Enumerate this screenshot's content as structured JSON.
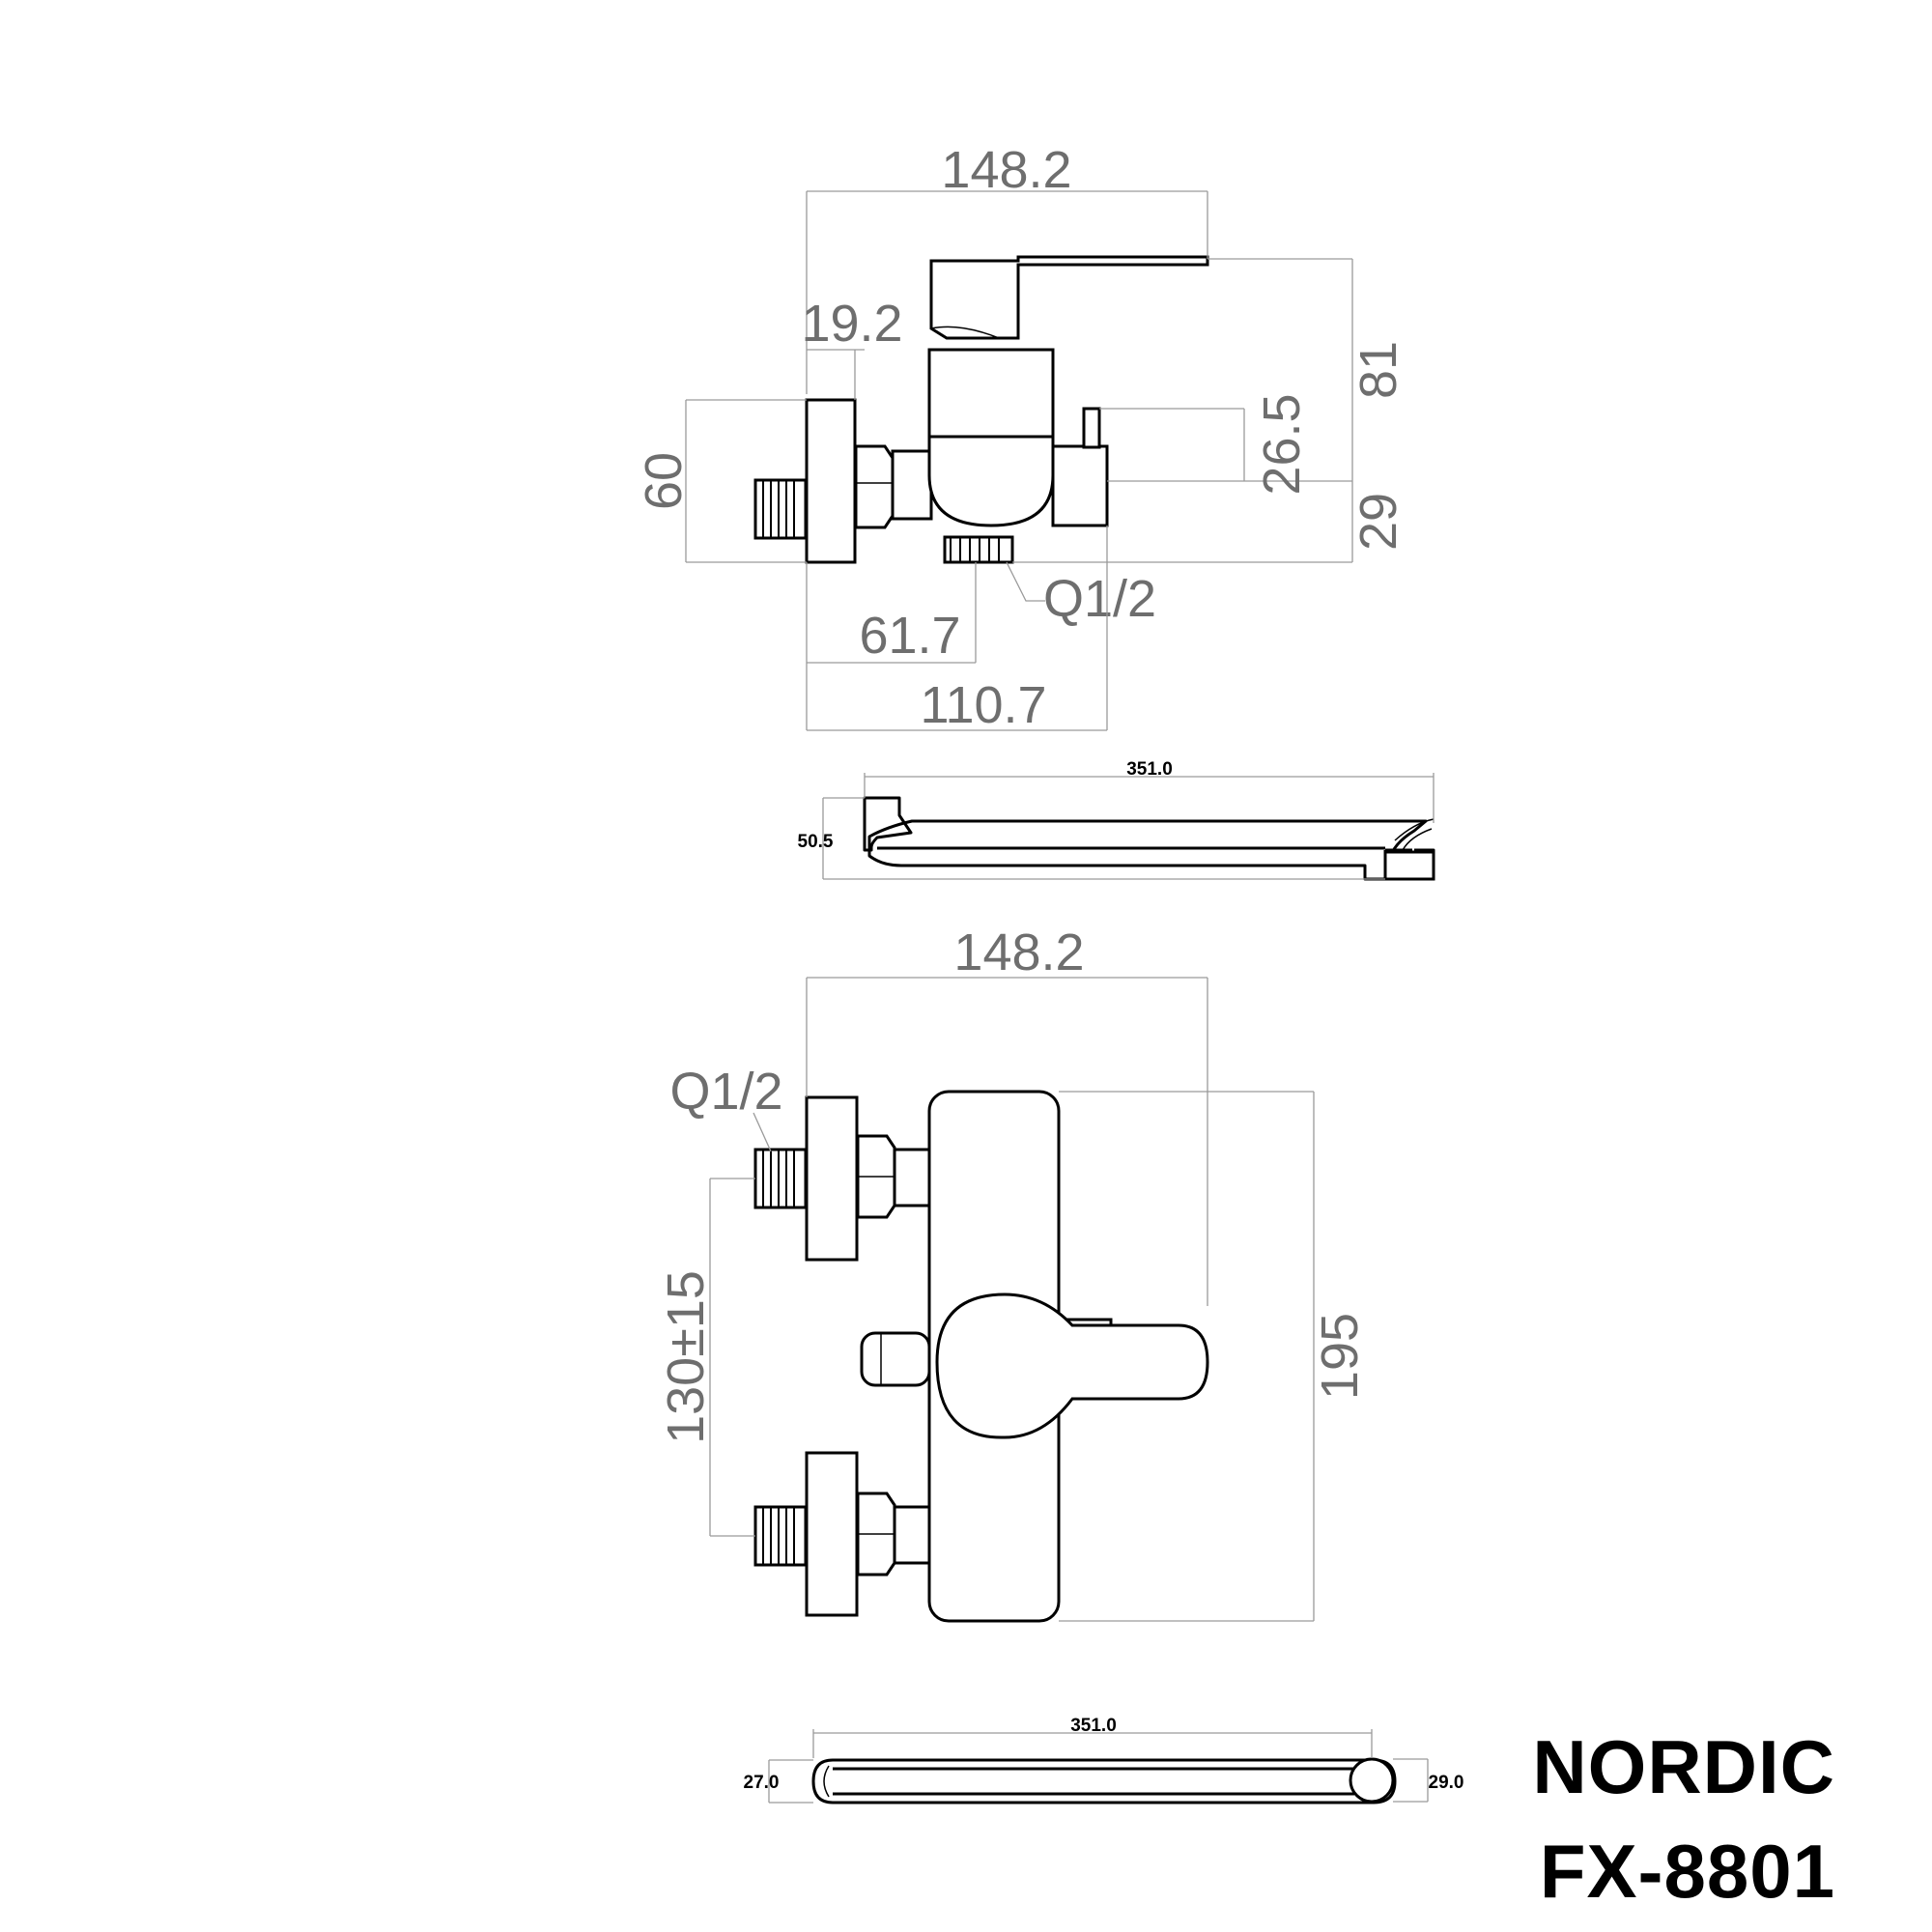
{
  "side_view": {
    "overall_width": "148.2",
    "height_upper": "81",
    "height_lower": "29",
    "lever_offset": "26.5",
    "connector_depth": "19.2",
    "flange_height": "60",
    "outlet_offset": "61.7",
    "body_depth": "110.7",
    "outlet_thread": "Q1/2"
  },
  "spout_side": {
    "length": "351.0",
    "height": "50.5"
  },
  "front_view": {
    "overall_width": "148.2",
    "inlet_thread": "Q1/2",
    "center_distance": "130±15",
    "body_height": "195"
  },
  "spout_top": {
    "length": "351.0",
    "end_left": "27.0",
    "end_right": "29.0"
  },
  "product": {
    "brand": "NORDIC",
    "model": "FX-8801"
  }
}
